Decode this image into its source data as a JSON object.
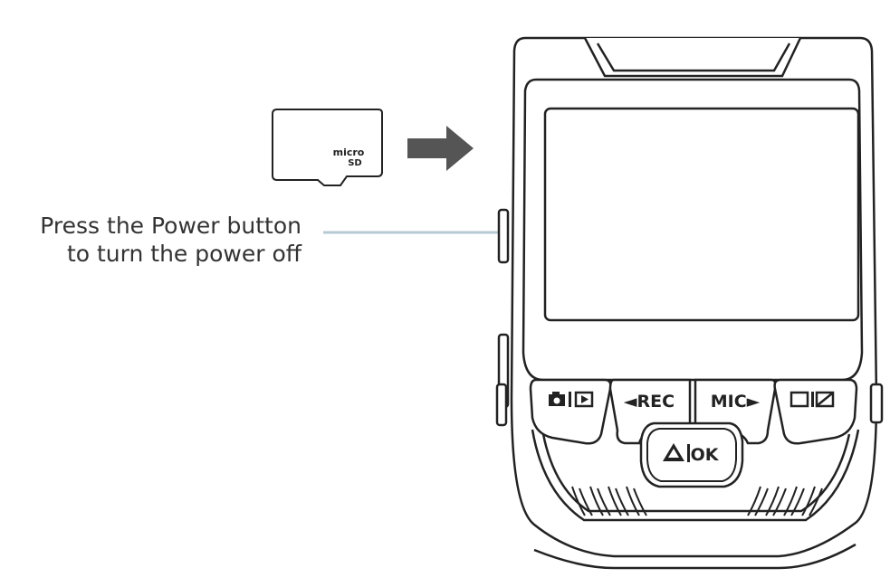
{
  "card": {
    "logo_top": "micro",
    "logo_bottom": "SD"
  },
  "callout": {
    "line1": "Press the Power button",
    "line2": "to turn the power off"
  },
  "buttons": {
    "rec": "◄REC",
    "mic": "MIC►",
    "ok": "OK"
  },
  "colors": {
    "leader_line": "#b7c9d3",
    "arrow": "#555555",
    "outline": "#222222"
  }
}
